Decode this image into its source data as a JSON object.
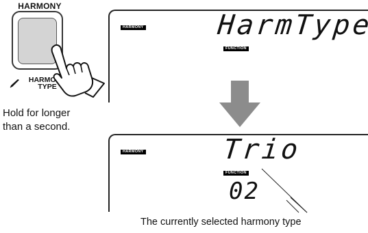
{
  "button": {
    "top_label": "HARMONY",
    "bottom_label_line1": "HARMONY",
    "bottom_label_line2": "TYPE",
    "icons": [
      "pen-icon",
      "hand-press-icon"
    ]
  },
  "instruction": {
    "line1": "Hold for longer",
    "line2": "than a second."
  },
  "display_top": {
    "mode_tag": "HARMONY",
    "main_text": "HarmType",
    "function_tag": "FUNCTION"
  },
  "display_bottom": {
    "mode_tag": "HARMONY",
    "main_text": "Trio",
    "function_tag": "FUNCTION",
    "number": "02"
  },
  "caption": "The currently selected harmony type",
  "colors": {
    "button_fill": "#d4d4d4",
    "arrow_fill": "#8c8c8c",
    "tag_bg": "#000000"
  }
}
